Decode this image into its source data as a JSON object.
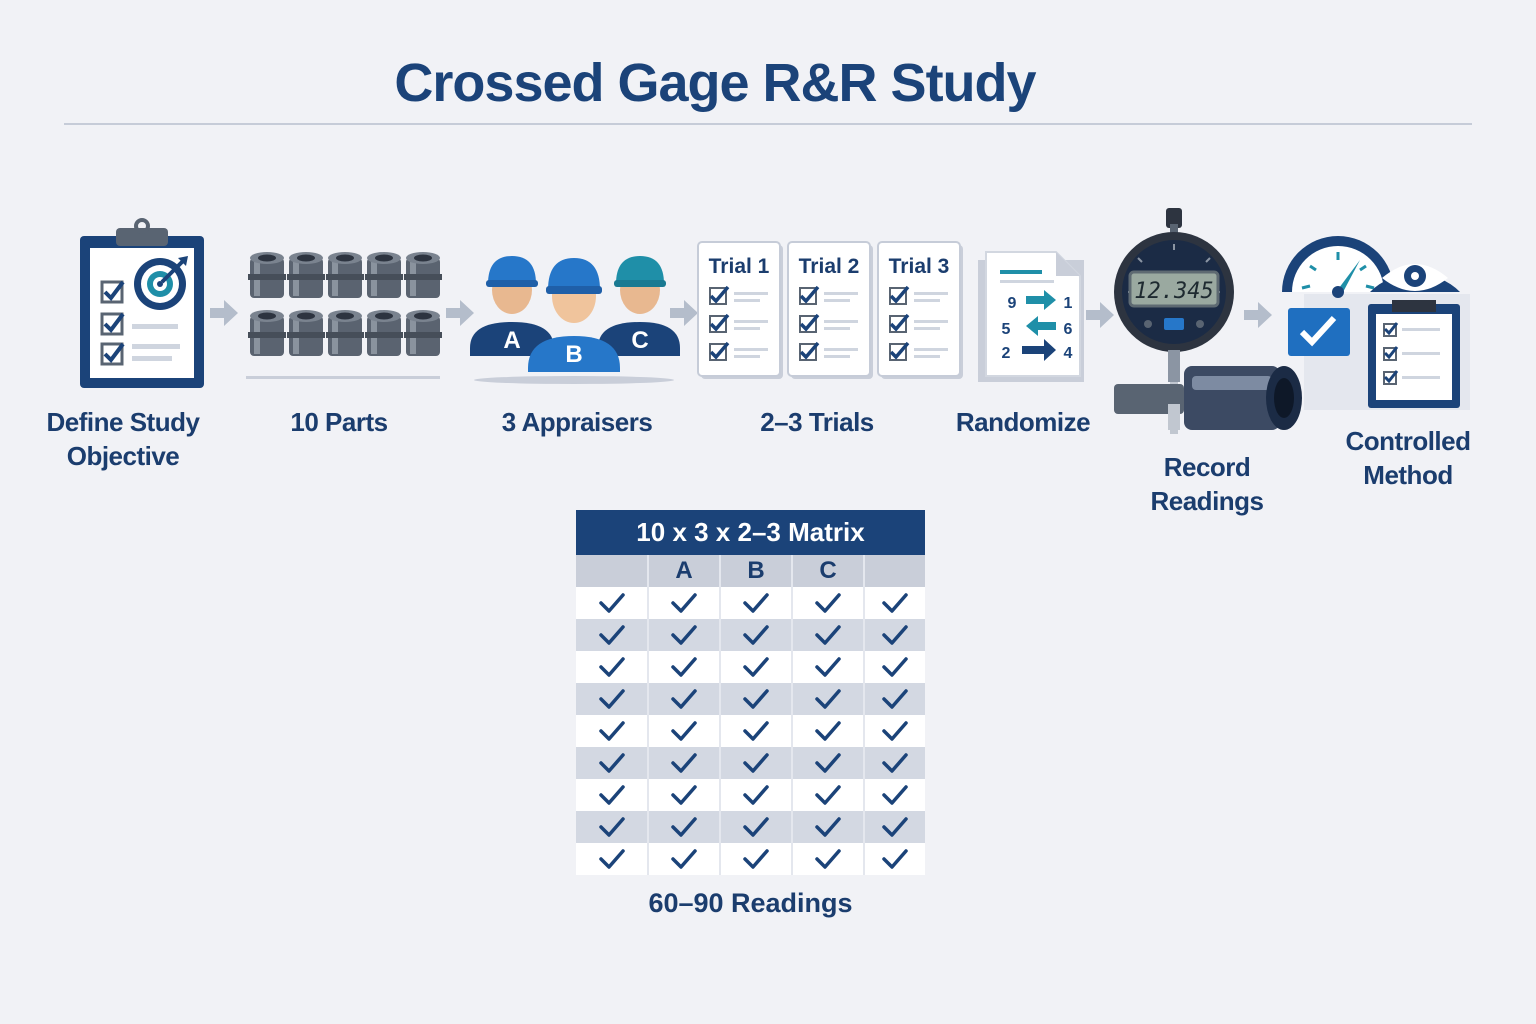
{
  "title": "Crossed Gage R&R Study",
  "steps": [
    {
      "label_line1": "Define Study",
      "label_line2": "Objective"
    },
    {
      "label_line1": "10 Parts"
    },
    {
      "label_line1": "3 Appraisers",
      "appraisers": [
        "A",
        "B",
        "C"
      ]
    },
    {
      "label_line1": "2–3 Trials",
      "trials": [
        "Trial 1",
        "Trial 2",
        "Trial 3"
      ]
    },
    {
      "label_line1": "Randomize",
      "order": [
        [
          "9",
          "1"
        ],
        [
          "5",
          "6"
        ],
        [
          "2",
          "4"
        ]
      ]
    },
    {
      "label_line1": "Record Readings",
      "gauge_reading": "12.345"
    },
    {
      "label_line1": "Controlled",
      "label_line2": "Method"
    }
  ],
  "matrix": {
    "title": "10 x 3 x 2–3 Matrix",
    "columns": [
      "",
      "A",
      "B",
      "C",
      ""
    ],
    "row_count": 9,
    "footer": "60–90 Readings"
  },
  "colors": {
    "navy": "#1b4379",
    "steel": "#596472",
    "teal": "#1f8fa8",
    "arrow": "#b4bdcb"
  }
}
